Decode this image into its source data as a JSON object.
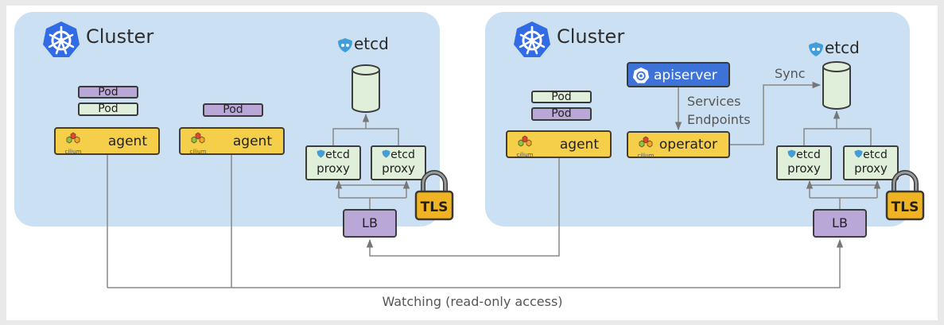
{
  "clusters": [
    {
      "title": "Cluster",
      "etcd_label": "etcd",
      "pods": [
        "Pod",
        "Pod",
        "Pod"
      ],
      "agents": [
        "agent",
        "agent"
      ],
      "cilium_text": "cilium",
      "proxies": [
        {
          "top": "etcd",
          "bottom": "proxy"
        },
        {
          "top": "etcd",
          "bottom": "proxy"
        }
      ],
      "lb": "LB",
      "tls": "TLS"
    },
    {
      "title": "Cluster",
      "etcd_label": "etcd",
      "pods": [
        "Pod",
        "Pod"
      ],
      "agent": "agent",
      "apiserver": "apiserver",
      "operator": "operator",
      "cilium_text": "cilium",
      "services_label": "Services",
      "endpoints_label": "Endpoints",
      "sync_label": "Sync",
      "proxies": [
        {
          "top": "etcd",
          "bottom": "proxy"
        },
        {
          "top": "etcd",
          "bottom": "proxy"
        }
      ],
      "lb": "LB",
      "tls": "TLS"
    }
  ],
  "bottom_caption": "Watching (read-only access)",
  "colors": {
    "cluster_bg": "#cce0f3",
    "pod_purple": "#b9a7d8",
    "pod_green": "#dfefd9",
    "agent_yellow": "#f5cf4a",
    "k8s_blue": "#326ce5",
    "apiserver_blue": "#3d73d8",
    "etcd_blue": "#419eda",
    "lock_gold": "#f0b323"
  },
  "icons": [
    "kubernetes-icon",
    "etcd-icon",
    "cilium-icon",
    "lock-icon"
  ]
}
